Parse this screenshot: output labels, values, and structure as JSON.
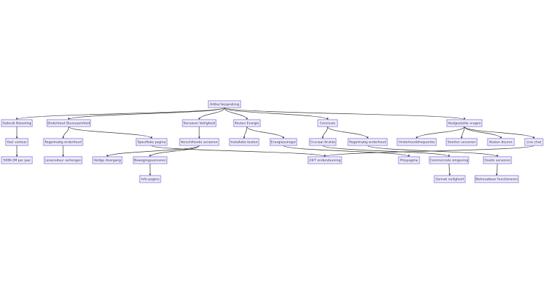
{
  "diagram": {
    "type": "flowchart",
    "colors": {
      "node_fill": "#ECECFF",
      "node_border": "#9370DB",
      "edge": "#333333",
      "text": "#333333"
    },
    "nodes": {
      "artikel": "Artikel bespreking",
      "gebruik": "Gebruik Belasting",
      "onderhoud_duurzaam": "Onderhoud Duurzaamheid",
      "sensoren_veiligheid": "Sensoren Veiligheid",
      "kosten_energie": "Kosten Energie",
      "conclusie": "Conclusie",
      "veelgestelde": "Veelgestelde vragen",
      "veel_verkeer": "Veel verkeer",
      "regelmatig_1": "Regelmatig onderhoud",
      "specifieke": "Specifieke pagina",
      "verschillende": "Verschillende sensoren",
      "installatie": "Installatie kosten",
      "energiezuiniger": "Energiezuiniger",
      "cruciaal": "Cruciaal drukke",
      "regelmatig_2": "Regelmatig onderhoud",
      "onderhoudsfreq": "Onderhoudsfrequentie",
      "soorten": "Soorten sensoren",
      "kosten_deuren": "Kosten deuren",
      "live_chat": "Live chat",
      "passanten": "500K-1M per jaar",
      "levensduur": "Levensduur verlengen",
      "veilige": "Veilige doorgang",
      "bewegingssensoren": "Bewegingssensoren",
      "ondersteuning": "24/7 ondersteuning",
      "prijspagina": "Prijspagina",
      "commerciele": "Commerciele omgeving",
      "goede_sensoren": "Goede sensoren",
      "info_pagina": "Info pagina",
      "gemak": "Gemak veiligheid",
      "betrouwbaar": "Betrouwbaar functioneren"
    },
    "edges": [
      [
        "artikel",
        "gebruik"
      ],
      [
        "artikel",
        "onderhoud_duurzaam"
      ],
      [
        "artikel",
        "sensoren_veiligheid"
      ],
      [
        "artikel",
        "kosten_energie"
      ],
      [
        "artikel",
        "conclusie"
      ],
      [
        "artikel",
        "veelgestelde"
      ],
      [
        "gebruik",
        "veel_verkeer"
      ],
      [
        "veel_verkeer",
        "passanten"
      ],
      [
        "onderhoud_duurzaam",
        "regelmatig_1"
      ],
      [
        "onderhoud_duurzaam",
        "specifieke"
      ],
      [
        "regelmatig_1",
        "levensduur"
      ],
      [
        "sensoren_veiligheid",
        "verschillende"
      ],
      [
        "verschillende",
        "veilige"
      ],
      [
        "verschillende",
        "bewegingssensoren"
      ],
      [
        "bewegingssensoren",
        "info_pagina"
      ],
      [
        "kosten_energie",
        "installatie"
      ],
      [
        "kosten_energie",
        "energiezuiniger"
      ],
      [
        "energiezuiniger",
        "prijspagina"
      ],
      [
        "conclusie",
        "cruciaal"
      ],
      [
        "conclusie",
        "regelmatig_2"
      ],
      [
        "cruciaal",
        "commerciele"
      ],
      [
        "regelmatig_2",
        "goede_sensoren"
      ],
      [
        "commerciele",
        "gemak"
      ],
      [
        "goede_sensoren",
        "betrouwbaar"
      ],
      [
        "veelgestelde",
        "onderhoudsfreq"
      ],
      [
        "veelgestelde",
        "soorten"
      ],
      [
        "veelgestelde",
        "kosten_deuren"
      ],
      [
        "veelgestelde",
        "live_chat"
      ],
      [
        "live_chat",
        "ondersteuning"
      ],
      [
        "specifieke",
        "ondersteuning"
      ]
    ]
  }
}
